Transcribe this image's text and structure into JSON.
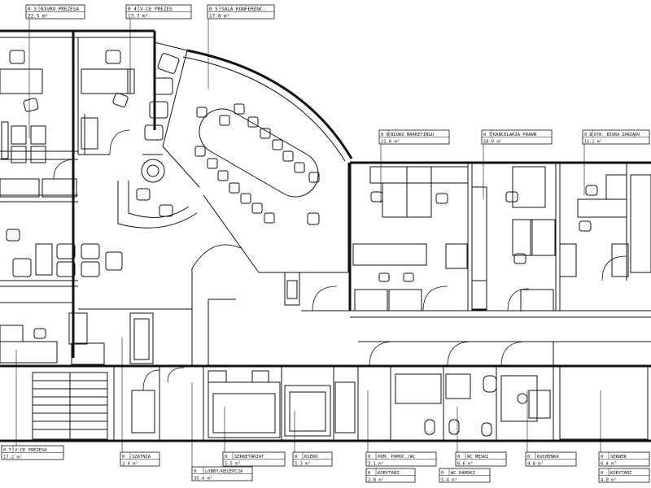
{
  "rooms": [
    {
      "num": "0  3",
      "name": "BIURO PREZESA",
      "area": "22.5 m²"
    },
    {
      "num": "0  4",
      "name": "V-CE PREZES",
      "area": "13.7 m²"
    },
    {
      "num": "0  5",
      "name": "SALA KONFERENC.",
      "area": "17.8 m²"
    },
    {
      "num": "0  6",
      "name": "BIURO MARKETINGU",
      "area": "21.6 m²"
    },
    {
      "num": "0  7",
      "name": "KANCELARIA PRAWN",
      "area": "18.0 m²"
    },
    {
      "num": "0  8",
      "name": "DYR. BIURA ZARZĄDU",
      "area": "11.1 m²"
    },
    {
      "num": "0  7",
      "name": "V-CE PREZESA",
      "area": "17.2 m²"
    },
    {
      "num": "0  ",
      "name": "SZATNIA",
      "area": "2.4 m²"
    },
    {
      "num": "0  ",
      "name": "LOBBY/RECEPCJA",
      "area": "35.4 m²"
    },
    {
      "num": "0  ",
      "name": "SEKRETARIAT",
      "area": "5.5 m²"
    },
    {
      "num": "0  ",
      "name": "KSERO",
      "area": "5.3 m²"
    },
    {
      "num": "0  ",
      "name": "POM. POMOC./WC",
      "area": "3.1 m²"
    },
    {
      "num": "0  ",
      "name": "KORYTARZ",
      "area": "2.8 m²"
    },
    {
      "num": "0  ",
      "name": "WC MĘSKI",
      "area": "6.6 m²"
    },
    {
      "num": "0  ",
      "name": "WC DAMSKI",
      "area": "5.4 m²"
    },
    {
      "num": "0  ",
      "name": "KUCHENKA",
      "area": "4.8 m²"
    },
    {
      "num": "0  ",
      "name": "SERWER",
      "area": "6.4 m²"
    },
    {
      "num": "0  ",
      "name": "KORYTARZ",
      "area": "4.8 m²"
    }
  ]
}
